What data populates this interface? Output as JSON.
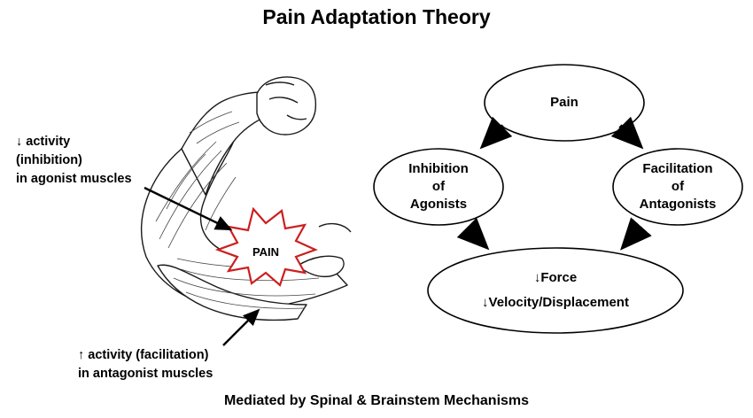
{
  "title": "Pain Adaptation Theory",
  "left_notes": {
    "top": [
      "↓ activity",
      "(inhibition)",
      "in agonist muscles"
    ],
    "bottom": [
      "↑  activity (facilitation)",
      "in antagonist muscles"
    ]
  },
  "arm": {
    "pain_label": "PAIN",
    "pain_color": "#cc1f1f"
  },
  "flowchart": {
    "pain": "Pain",
    "inhibition": [
      "Inhibition",
      "of",
      "Agonists"
    ],
    "facilitation": [
      "Facilitation",
      "of",
      "Antagonists"
    ],
    "outcome": [
      "↓Force",
      "↓Velocity/Displacement"
    ]
  },
  "footer": "Mediated by Spinal & Brainstem Mechanisms"
}
